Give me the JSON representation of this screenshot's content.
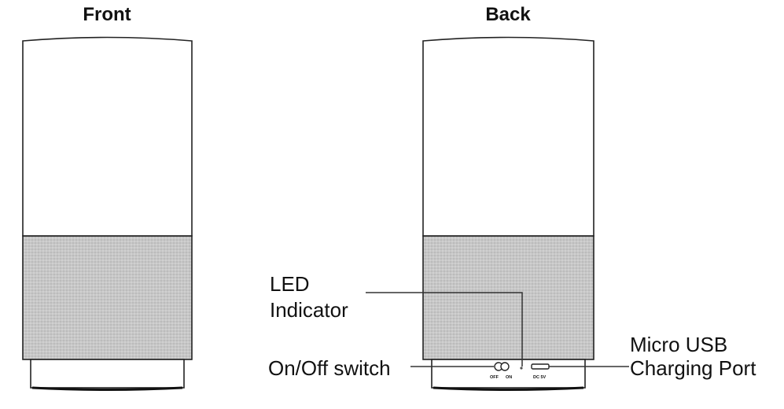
{
  "titles": {
    "front": "Front",
    "back": "Back"
  },
  "callouts": {
    "led_line1": "LED",
    "led_line2": "Indicator",
    "switch": "On/Off switch",
    "usb_line1": "Micro USB",
    "usb_line2": "Charging Port"
  },
  "port_markings": {
    "switch_off": "OFF",
    "switch_on": "ON",
    "usb_rating": "DC 5V"
  },
  "colors": {
    "outline": "#222222",
    "grille": "#c9c9c9",
    "body": "#ffffff"
  }
}
